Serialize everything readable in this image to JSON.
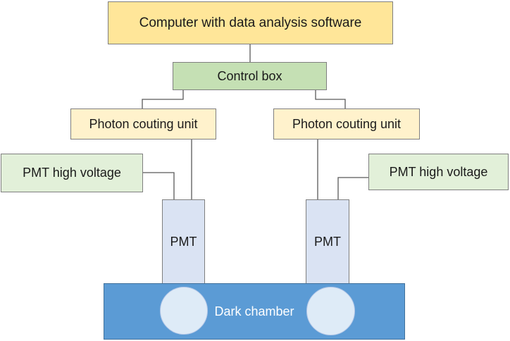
{
  "diagram": {
    "computer_label": "Computer with data analysis software",
    "control_box_label": "Control box",
    "photon_unit_left_label": "Photon couting unit",
    "photon_unit_right_label": "Photon couting unit",
    "pmt_hv_left_label": "PMT high voltage",
    "pmt_hv_right_label": "PMT high voltage",
    "pmt_left_label": "PMT",
    "pmt_right_label": "PMT",
    "dark_chamber_label": "Dark chamber"
  },
  "colors": {
    "computer_fill": "#FFE699",
    "control_fill": "#C5E0B4",
    "photon_unit_fill": "#FFF2CC",
    "hv_fill": "#E2F0D9",
    "pmt_fill": "#DAE3F3",
    "chamber_fill": "#5B9BD5",
    "window_fill": "#DEEBF7",
    "border": "#7f7f7f",
    "wire": "#595959"
  }
}
